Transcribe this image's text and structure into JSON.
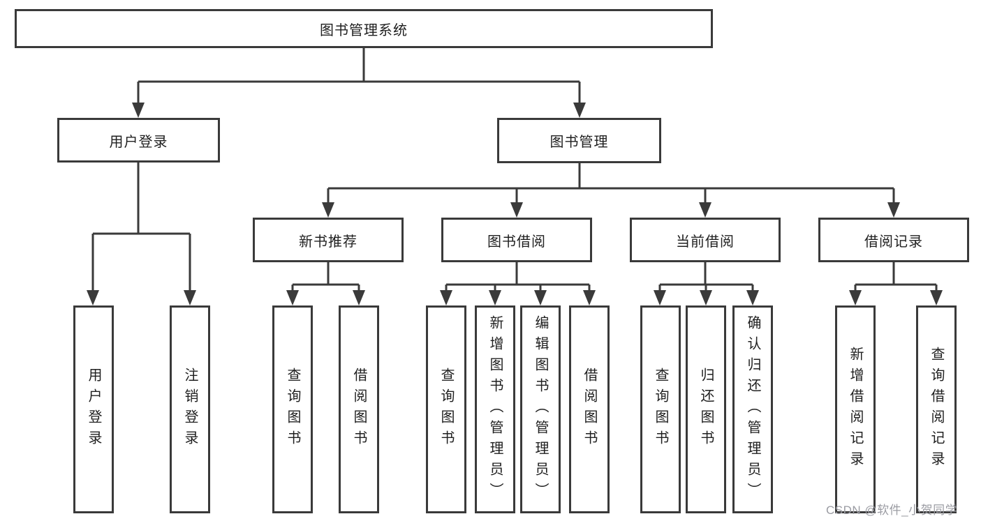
{
  "tree": {
    "root": {
      "label": "图书管理系统",
      "children": [
        {
          "label": "用户登录",
          "children": [
            {
              "label": "用户登录"
            },
            {
              "label": "注销登录"
            }
          ]
        },
        {
          "label": "图书管理",
          "children": [
            {
              "label": "新书推荐",
              "children": [
                {
                  "label": "查询图书"
                },
                {
                  "label": "借阅图书"
                }
              ]
            },
            {
              "label": "图书借阅",
              "children": [
                {
                  "label": "查询图书"
                },
                {
                  "label": "新增图书（管理员）"
                },
                {
                  "label": "编辑图书（管理员）"
                },
                {
                  "label": "借阅图书"
                }
              ]
            },
            {
              "label": "当前借阅",
              "children": [
                {
                  "label": "查询图书"
                },
                {
                  "label": "归还图书"
                },
                {
                  "label": "确认归还（管理员）"
                }
              ]
            },
            {
              "label": "借阅记录",
              "children": [
                {
                  "label": "新增借阅记录"
                },
                {
                  "label": "查询借阅记录"
                }
              ]
            }
          ]
        }
      ]
    }
  },
  "watermark": {
    "text": "CSDN @软件_小贺同学"
  },
  "colors": {
    "line": "#3a3a3a",
    "text": "#1f1f1f",
    "background": "#ffffff",
    "watermark": "#9b9ca3"
  }
}
